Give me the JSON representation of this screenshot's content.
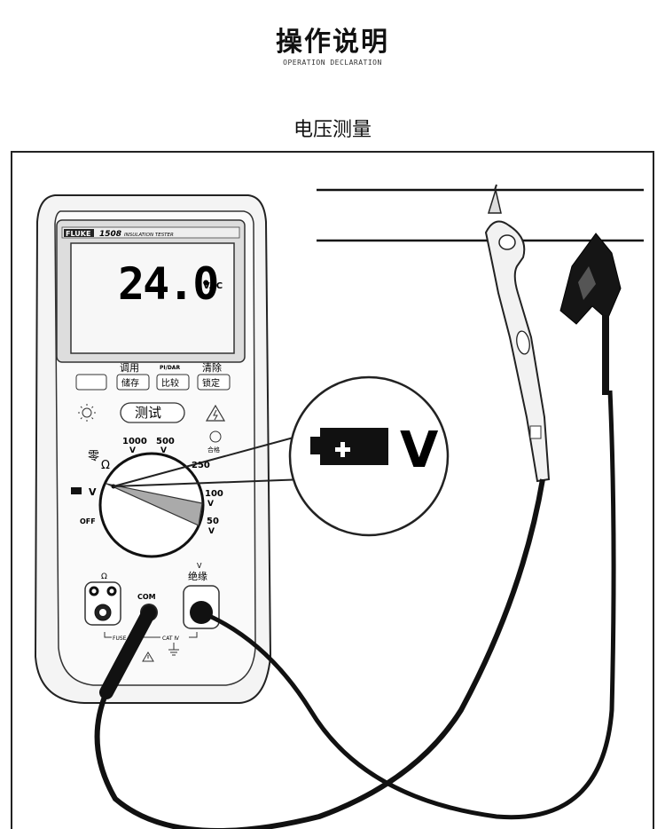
{
  "header": {
    "title": "操作说明",
    "subtitle": "OPERATION DECLARATION",
    "section_title": "电压测量"
  },
  "meter": {
    "brand": "FLUKE",
    "model": "1508",
    "model_desc": "INSULATION TESTER",
    "reading": "24.0",
    "unit": "VAC",
    "btn1_top": "调用",
    "btn1_label": "储存",
    "btn2_top": "PI/DAR",
    "btn2_label": "比较",
    "btn3_top": "清除",
    "btn3_label": "锁定",
    "test_button": "测试",
    "pass_label": "合格",
    "dial": {
      "zero_label": "零",
      "ohm": "Ω",
      "v_label": "V",
      "off": "OFF",
      "r1000": "1000",
      "r500": "500",
      "r250": "250",
      "r100": "100",
      "r50": "50",
      "v_unit": "V"
    },
    "jacks": {
      "ohm": "Ω",
      "com": "COM",
      "v_top": "V",
      "insulation": "绝缘",
      "fuse": "FUSE",
      "cat": "CAT Ⅳ"
    }
  },
  "callout": {
    "v_label": "V"
  }
}
